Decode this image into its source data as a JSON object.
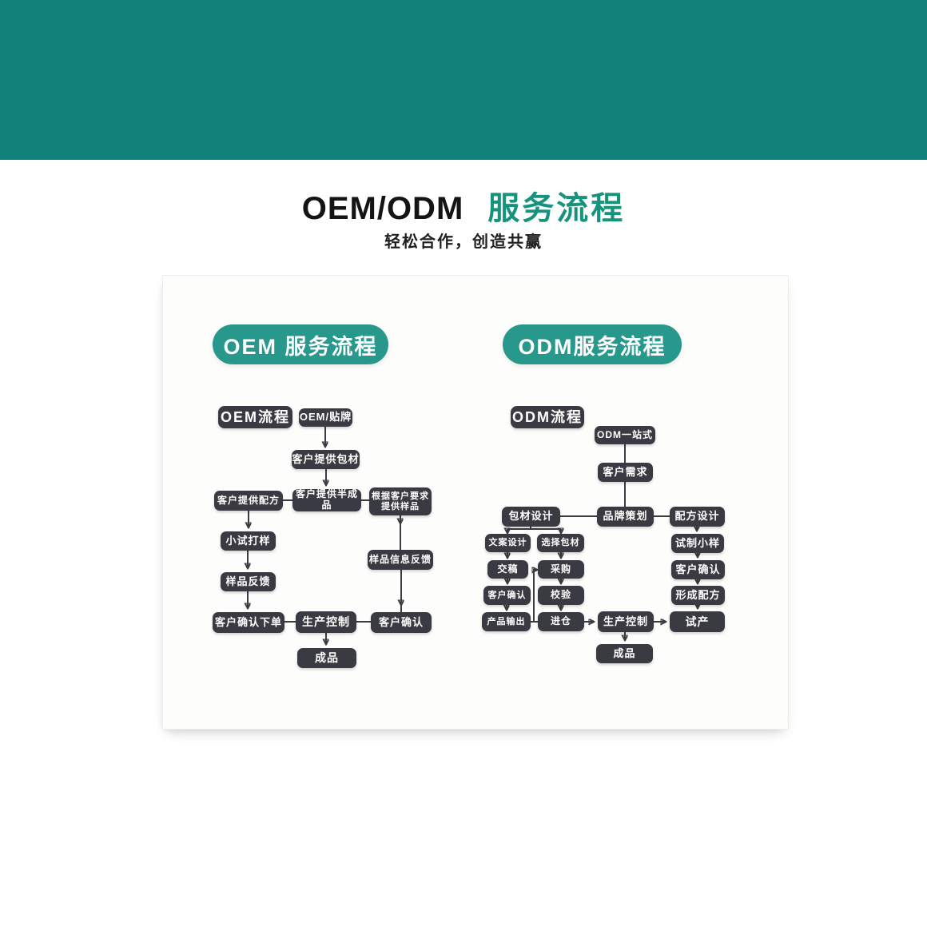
{
  "page": {
    "title_black": "OEM/ODM",
    "title_accent": "服务流程",
    "subtitle": "轻松合作，创造共赢",
    "colors": {
      "header_teal": "#11827a",
      "pill_teal": "#27988b",
      "accent": "#16937d",
      "box_dark": "#3a3a42",
      "line": "#3b3b43"
    }
  },
  "oem": {
    "badge": "OEM 服务流程",
    "nodes": [
      {
        "id": "oem-process-label",
        "label": "OEM流程"
      },
      {
        "id": "oem-private-label",
        "label": "OEM/贴牌"
      },
      {
        "id": "customer-provides-packaging",
        "label": "客户提供包材"
      },
      {
        "id": "customer-provides-formula",
        "label": "客户提供配方"
      },
      {
        "id": "customer-provides-semifinished",
        "label": "客户提供半成品"
      },
      {
        "id": "provide-samples-per-request",
        "label": "根据客户要求\n提供样品"
      },
      {
        "id": "small-trial-sampling",
        "label": "小试打样"
      },
      {
        "id": "sample-info-feedback",
        "label": "样品信息反馈"
      },
      {
        "id": "sample-feedback",
        "label": "样品反馈"
      },
      {
        "id": "customer-confirms-order",
        "label": "客户确认下单"
      },
      {
        "id": "production-control",
        "label": "生产控制"
      },
      {
        "id": "customer-confirmation",
        "label": "客户确认"
      },
      {
        "id": "finished-product",
        "label": "成品"
      }
    ]
  },
  "odm": {
    "badge": "ODM服务流程",
    "nodes": [
      {
        "id": "odm-process-label",
        "label": "ODM流程"
      },
      {
        "id": "odm-one-stop",
        "label": "ODM一站式"
      },
      {
        "id": "customer-needs",
        "label": "客户需求"
      },
      {
        "id": "packaging-design",
        "label": "包材设计"
      },
      {
        "id": "brand-planning",
        "label": "品牌策划"
      },
      {
        "id": "formula-design",
        "label": "配方设计"
      },
      {
        "id": "copywriting-design",
        "label": "文案设计"
      },
      {
        "id": "select-packaging",
        "label": "选择包材"
      },
      {
        "id": "trial-sample",
        "label": "试制小样"
      },
      {
        "id": "submit-draft",
        "label": "交稿"
      },
      {
        "id": "procurement",
        "label": "采购"
      },
      {
        "id": "customer-confirmation-right",
        "label": "客户确认"
      },
      {
        "id": "customer-confirmation-left",
        "label": "客户确认"
      },
      {
        "id": "verification",
        "label": "校验"
      },
      {
        "id": "form-formula",
        "label": "形成配方"
      },
      {
        "id": "product-output",
        "label": "产品输出"
      },
      {
        "id": "warehousing",
        "label": "进仓"
      },
      {
        "id": "production-control",
        "label": "生产控制"
      },
      {
        "id": "trial-production",
        "label": "试产"
      },
      {
        "id": "finished-product",
        "label": "成品"
      }
    ]
  }
}
